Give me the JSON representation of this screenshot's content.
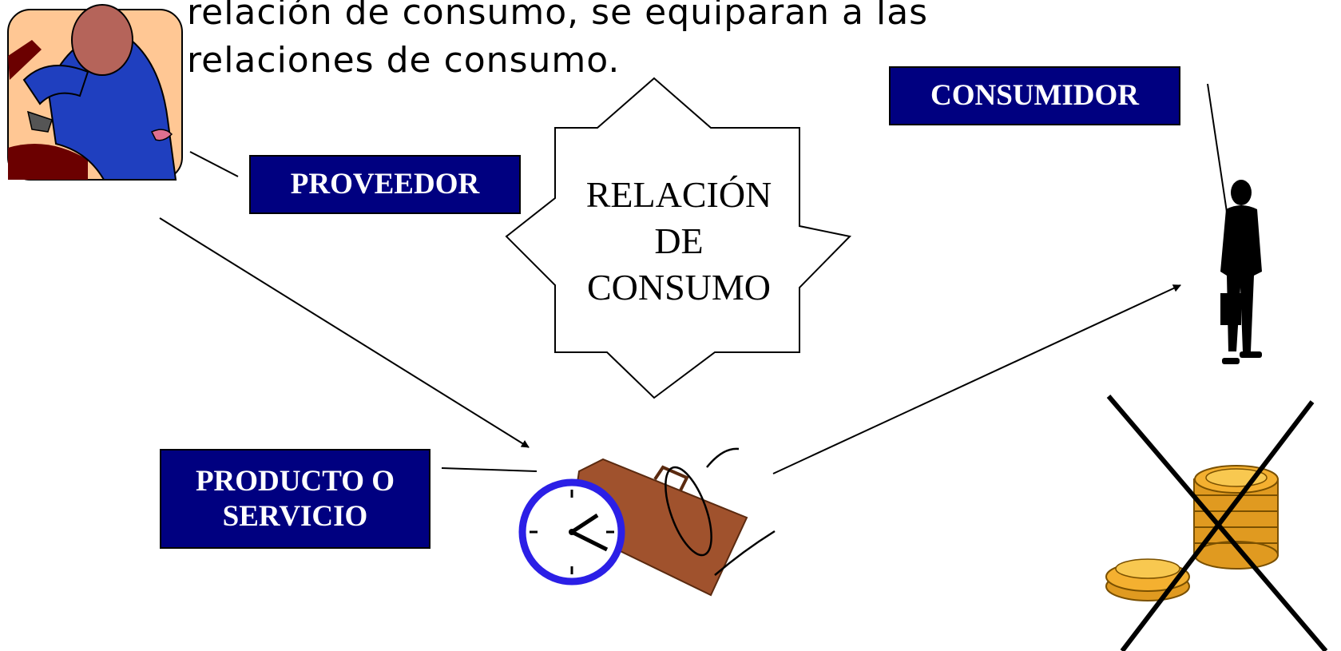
{
  "header": {
    "line1": "relación de consumo, se equiparan a las",
    "line2": "relaciones de consumo."
  },
  "labels": {
    "proveedor": "PROVEEDOR",
    "consumidor": "CONSUMIDOR",
    "producto_line1": "PRODUCTO O",
    "producto_line2": "SERVICIO"
  },
  "center": {
    "line1": "RELACIÓN",
    "line2": "DE",
    "line3": "CONSUMO"
  },
  "colors": {
    "label_bg": "#000080",
    "label_text": "#ffffff",
    "clock_rim": "#2b1fe6",
    "briefcase": "#a0522d",
    "coin": "#f0a020"
  },
  "icons": [
    "mechanic-clipart-icon",
    "businessman-silhouette-icon",
    "clock-icon",
    "briefcase-icon",
    "glasses-icon",
    "coins-icon",
    "cross-out-icon"
  ]
}
